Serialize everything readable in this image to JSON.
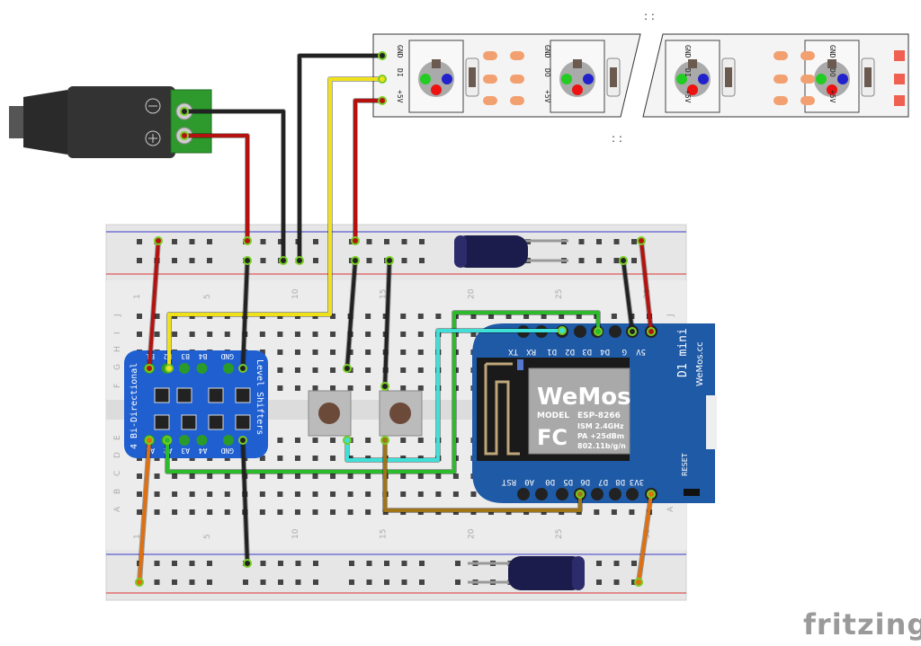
{
  "breadboard": {
    "row_letters_top": [
      "J",
      "I",
      "H",
      "G",
      "F"
    ],
    "row_letters_bottom": [
      "E",
      "D",
      "C",
      "B",
      "A"
    ],
    "column_numbers": [
      "1",
      "5",
      "10",
      "15",
      "20",
      "25",
      "30"
    ]
  },
  "led_strip": {
    "pin_labels": [
      "GND",
      "DI",
      "+5V"
    ],
    "out_labels": [
      "GND",
      "DO",
      "+5V"
    ]
  },
  "level_shifter": {
    "title": "4 Bi-Directional",
    "subtitle": "Level Shifters",
    "top_pins": [
      "B1",
      "B2",
      "B3",
      "B4",
      "GND"
    ],
    "bottom_pins": [
      "A1",
      "A2",
      "A3",
      "A4",
      "GND"
    ]
  },
  "wemos": {
    "top_pins": [
      "TX",
      "RX",
      "D1",
      "D2",
      "D3",
      "D4",
      "G",
      "5V"
    ],
    "bottom_pins": [
      "RST",
      "A0",
      "D0",
      "D5",
      "D6",
      "D7",
      "D8",
      "3V3"
    ],
    "brand": "WeMos",
    "board_name": "D1 mini",
    "board_site": "WeMos.cc",
    "model_label": "MODEL",
    "model": "ESP-8266",
    "spec1": "ISM 2.4GHz",
    "spec2": "PA +25dBm",
    "spec3": "802.11b/g/n",
    "fcc": "FC",
    "reset_label": "RESET"
  },
  "colors": {
    "breadboard": "#e8e8e8",
    "rail_red": "#d33",
    "rail_blue": "#33c",
    "level_shifter_blue": "#1f5fd0",
    "wemos_blue": "#1f5aa6",
    "wire_red": "#b5120f",
    "wire_black": "#222222",
    "wire_yellow": "#f0e21a",
    "wire_green": "#2bbb2b",
    "wire_cyan": "#3fe0d8",
    "wire_orange": "#e0700f",
    "wire_brown": "#a07418"
  },
  "logo": "fritzing"
}
